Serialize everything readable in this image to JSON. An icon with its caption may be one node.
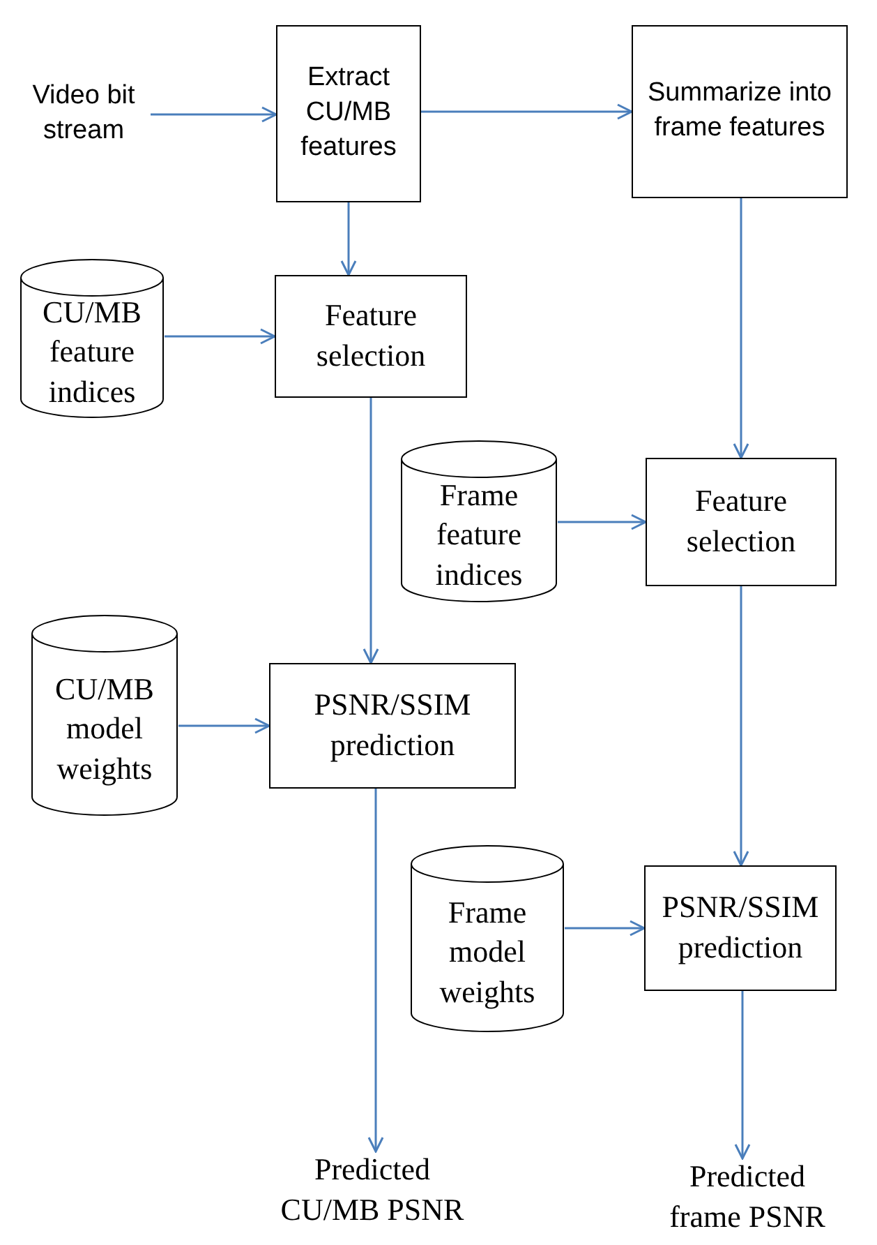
{
  "diagram": {
    "nodes": [
      {
        "text": [
          "Video bit stream"
        ]
      },
      {
        "text": [
          "Extract CU/MB features"
        ]
      },
      {
        "text": [
          "Summarize into frame features"
        ]
      },
      {
        "text": [
          "CU/MB feature indices"
        ]
      },
      {
        "text": [
          "Feature selection"
        ]
      },
      {
        "text": [
          "Frame feature indices"
        ]
      },
      {
        "text": [
          "Feature selection"
        ]
      },
      {
        "text": [
          "CU/MB model weights"
        ]
      },
      {
        "text": [
          "PSNR/SSIM prediction"
        ]
      },
      {
        "text": [
          "Frame model weights"
        ]
      },
      {
        "text": [
          "PSNR/SSIM prediction"
        ]
      },
      {
        "text": [
          "Predicted CU/MB PSNR"
        ]
      },
      {
        "text": [
          "Predicted frame PSNR"
        ]
      }
    ],
    "edges": [
      {
        "from": 0,
        "to": 1,
        "arrow": "to"
      },
      {
        "from": 1,
        "to": 2,
        "arrow": "to"
      },
      {
        "from": 1,
        "to": 4,
        "arrow": "to"
      },
      {
        "from": 3,
        "to": 4,
        "arrow": "to"
      },
      {
        "from": 2,
        "to": 6,
        "arrow": "to"
      },
      {
        "from": 5,
        "to": 6,
        "arrow": "to"
      },
      {
        "from": 4,
        "to": 8,
        "arrow": "to"
      },
      {
        "from": 7,
        "to": 8,
        "arrow": "to"
      },
      {
        "from": 6,
        "to": 10,
        "arrow": "to"
      },
      {
        "from": 9,
        "to": 10,
        "arrow": "to"
      },
      {
        "from": 8,
        "to": 11,
        "arrow": "to"
      },
      {
        "from": 10,
        "to": 12,
        "arrow": "to"
      }
    ]
  }
}
